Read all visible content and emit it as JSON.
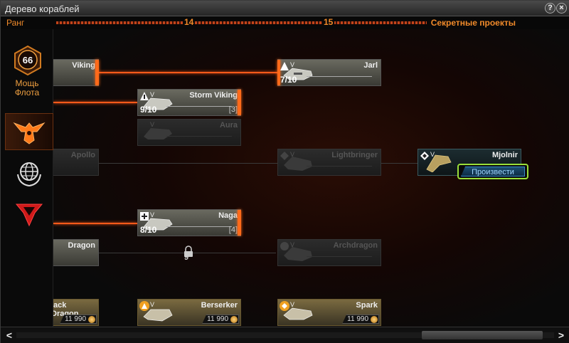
{
  "window": {
    "title": "Дерево кораблей"
  },
  "header": {
    "rank_label": "Ранг",
    "rank_14": "14",
    "rank_15": "15",
    "secret_projects": "Секретные проекты"
  },
  "sidebar": {
    "fleet_power_value": "66",
    "fleet_power_label": "Мощь Флота"
  },
  "nodes": {
    "viking": {
      "name": "Viking"
    },
    "jarl": {
      "name": "Jarl",
      "progress": "7/10"
    },
    "storm_viking": {
      "name": "Storm Viking",
      "progress": "9/10",
      "level": "[3]"
    },
    "aura": {
      "name": "Aura"
    },
    "apollo": {
      "name": "Apollo"
    },
    "lightbringer": {
      "name": "Lightbringer"
    },
    "mjolnir": {
      "name": "Mjolnir",
      "button": "Произвести"
    },
    "naga": {
      "name": "Naga",
      "progress": "8/10",
      "level": "[4]"
    },
    "dragon": {
      "name": "Dragon"
    },
    "archdragon": {
      "name": "Archdragon",
      "lock_count": "9"
    },
    "black_dragon": {
      "name": "lack Dragon",
      "price": "11 990"
    },
    "berserker": {
      "name": "Berserker",
      "price": "11 990"
    },
    "spark": {
      "name": "Spark",
      "price": "11 990"
    }
  },
  "tier_mark": "V",
  "colors": {
    "accent": "#f08a2a",
    "lit_line": "#ff5a1a",
    "highlight": "#9adf3a"
  }
}
